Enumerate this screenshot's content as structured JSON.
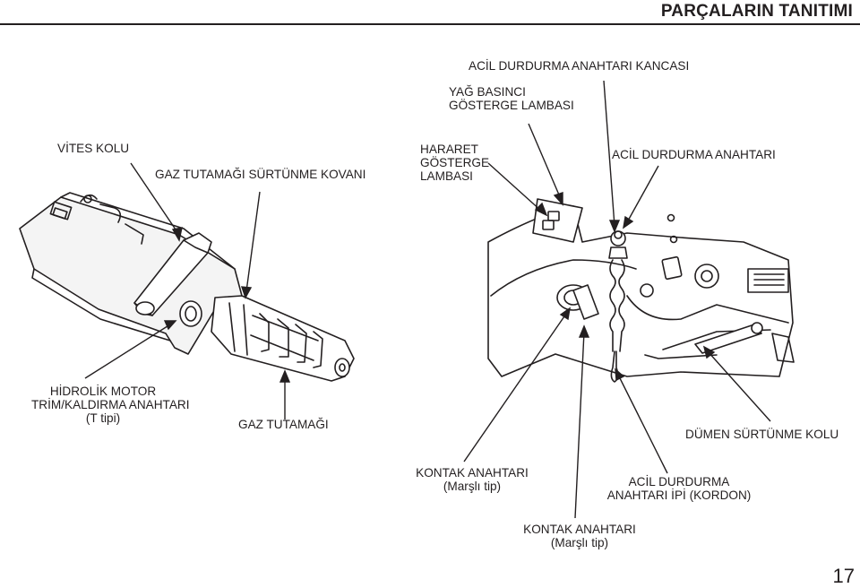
{
  "header": {
    "title": "PARÇALARIN TANITIMI"
  },
  "labels": {
    "emergency_stop_clip": "ACİL DURDURMA ANAHTARI KANCASI",
    "oil_pressure_lamp": [
      "YAĞ BASINCI",
      "GÖSTERGE LAMBASI"
    ],
    "gear_lever": "VİTES KOLU",
    "throttle_friction": "GAZ TUTAMAĞI SÜRTÜNME KOVANI",
    "overheat_lamp": [
      "HARARET",
      "GÖSTERGE",
      "LAMBASI"
    ],
    "emergency_stop_switch": "ACİL DURDURMA ANAHTARI",
    "power_trim": [
      "HİDROLİK MOTOR",
      "TRİM/KALDIRMA ANAHTARI",
      "(T tipi)"
    ],
    "throttle_grip": "GAZ TUTAMAĞI",
    "steering_friction": "DÜMEN SÜRTÜNME KOLU",
    "ignition_switch_a": [
      "KONTAK ANAHTARI",
      "(Marşlı tip)"
    ],
    "emergency_stop_lanyard": [
      "ACİL DURDURMA",
      "ANAHTARI İPİ (KORDON)"
    ],
    "ignition_switch_b": [
      "KONTAK ANAHTARI",
      "(Marşlı tip)"
    ]
  },
  "page_number": "17"
}
